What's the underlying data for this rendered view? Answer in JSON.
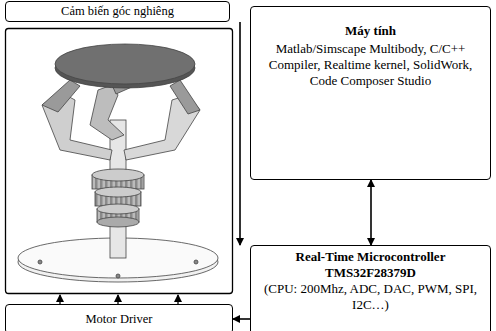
{
  "diagram": {
    "nodes": [
      {
        "text": [
          "Cảm biến góc nghiêng"
        ]
      },
      {
        "text": [
          "Máy tính",
          "Matlab/Simscape Multibody, C/C++ Compiler, Realtime kernel, SolidWork, Code Composer Studio"
        ]
      },
      {
        "text": [
          "Real-Time Microcontroller TMS32F28379D",
          "(CPU: 200Mhz, ADC, DAC, PWM, SPI, I2C…)"
        ]
      },
      {
        "text": [
          "Motor Driver"
        ]
      }
    ],
    "edges": [
      {
        "from": 1,
        "to": 2,
        "arrow": "both"
      },
      {
        "from": 0,
        "to": 2,
        "arrow": "to"
      },
      {
        "from": 2,
        "to": 3,
        "arrow": "to"
      }
    ]
  }
}
